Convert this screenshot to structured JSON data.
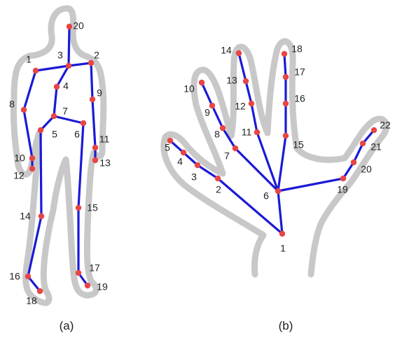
{
  "panels": [
    {
      "id": "body",
      "caption": "(a)",
      "joints": [
        "20",
        "1",
        "3",
        "2",
        "4",
        "8",
        "9",
        "7",
        "5",
        "6",
        "11",
        "10",
        "13",
        "12",
        "14",
        "15",
        "17",
        "16",
        "19",
        "18"
      ],
      "bones": [
        [
          "20",
          "3"
        ],
        [
          "1",
          "3"
        ],
        [
          "3",
          "2"
        ],
        [
          "1",
          "8"
        ],
        [
          "8",
          "10"
        ],
        [
          "10",
          "12"
        ],
        [
          "2",
          "9"
        ],
        [
          "9",
          "11"
        ],
        [
          "11",
          "13"
        ],
        [
          "3",
          "4"
        ],
        [
          "4",
          "7"
        ],
        [
          "7",
          "5"
        ],
        [
          "7",
          "6"
        ],
        [
          "5",
          "14"
        ],
        [
          "14",
          "16"
        ],
        [
          "16",
          "18"
        ],
        [
          "6",
          "15"
        ],
        [
          "15",
          "17"
        ],
        [
          "17",
          "19"
        ]
      ]
    },
    {
      "id": "hand",
      "caption": "(b)",
      "joints": [
        "1",
        "2",
        "3",
        "4",
        "5",
        "6",
        "7",
        "8",
        "9",
        "10",
        "11",
        "12",
        "13",
        "14",
        "15",
        "16",
        "17",
        "18",
        "19",
        "20",
        "21",
        "22"
      ],
      "bones": [
        [
          "1",
          "2"
        ],
        [
          "2",
          "3"
        ],
        [
          "3",
          "4"
        ],
        [
          "4",
          "5"
        ],
        [
          "1",
          "6"
        ],
        [
          "6",
          "7"
        ],
        [
          "7",
          "8"
        ],
        [
          "8",
          "9"
        ],
        [
          "9",
          "10"
        ],
        [
          "6",
          "11"
        ],
        [
          "11",
          "12"
        ],
        [
          "12",
          "13"
        ],
        [
          "13",
          "14"
        ],
        [
          "6",
          "15"
        ],
        [
          "15",
          "16"
        ],
        [
          "16",
          "17"
        ],
        [
          "17",
          "18"
        ],
        [
          "6",
          "19"
        ],
        [
          "19",
          "20"
        ],
        [
          "20",
          "21"
        ],
        [
          "21",
          "22"
        ]
      ]
    }
  ],
  "colors": {
    "bone": "#1a1ad6",
    "joint": "#e84545",
    "outline": "#c8c8c8"
  }
}
